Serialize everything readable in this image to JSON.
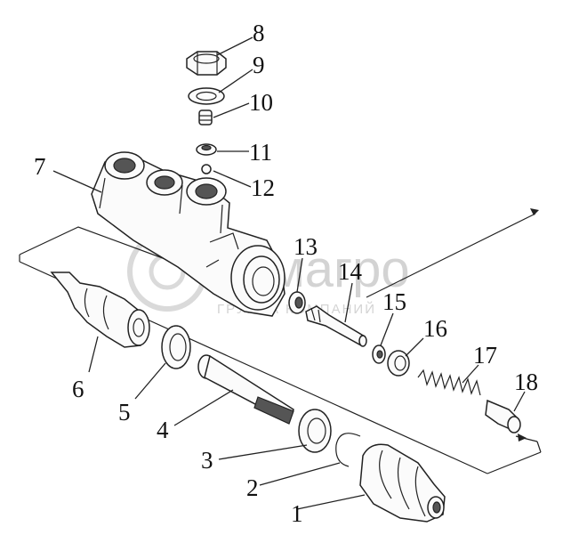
{
  "watermark": {
    "brand": "бемагро",
    "tagline": "ГРУППА КОМПАНИЙ"
  },
  "callouts": [
    {
      "num": "1"
    },
    {
      "num": "2"
    },
    {
      "num": "3"
    },
    {
      "num": "4"
    },
    {
      "num": "5"
    },
    {
      "num": "6"
    },
    {
      "num": "7"
    },
    {
      "num": "8"
    },
    {
      "num": "9"
    },
    {
      "num": "10"
    },
    {
      "num": "11"
    },
    {
      "num": "12"
    },
    {
      "num": "13"
    },
    {
      "num": "14"
    },
    {
      "num": "15"
    },
    {
      "num": "16"
    },
    {
      "num": "17"
    },
    {
      "num": "18"
    }
  ],
  "colors": {
    "ink": "#222222",
    "watermark": "#cfcfcf"
  }
}
